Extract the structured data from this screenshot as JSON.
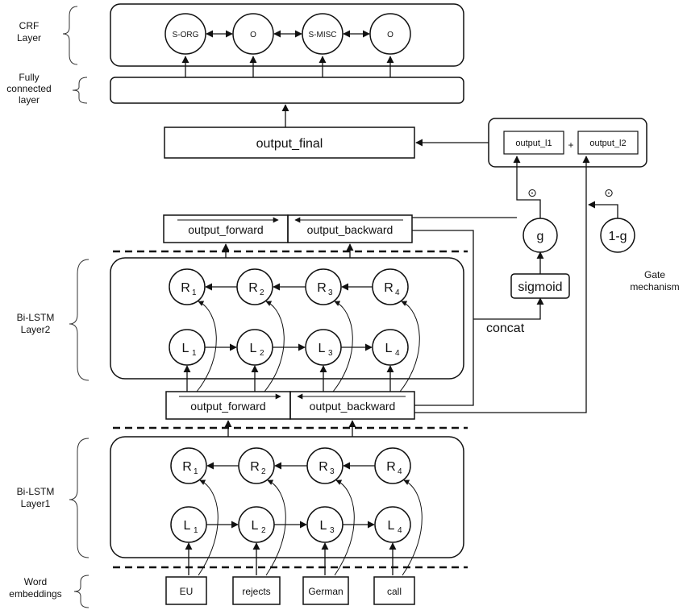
{
  "labels": {
    "crf": [
      "CRF",
      "Layer"
    ],
    "fc": [
      "Fully",
      "connected",
      "layer"
    ],
    "bilstm2": [
      "Bi-LSTM",
      "Layer2"
    ],
    "bilstm1": [
      "Bi-LSTM",
      "Layer1"
    ],
    "word": [
      "Word",
      "embeddings"
    ],
    "gate": [
      "Gate",
      "mechanism"
    ]
  },
  "crf_tags": [
    "S-ORG",
    "O",
    "S-MISC",
    "O"
  ],
  "words": [
    "EU",
    "rejects",
    "German",
    "call"
  ],
  "nodes": {
    "r_base": "R",
    "l_base": "L",
    "subs": [
      "1",
      "2",
      "3",
      "4"
    ]
  },
  "boxes": {
    "output_final": "output_final",
    "output_l1": "output_l1",
    "plus": "+",
    "output_l2": "output_l2",
    "output_forward": "output_forward",
    "output_backward": "output_backward",
    "sigmoid": "sigmoid",
    "g": "g",
    "one_minus_g": "1-g",
    "concat": "concat",
    "odot": "⊙"
  }
}
